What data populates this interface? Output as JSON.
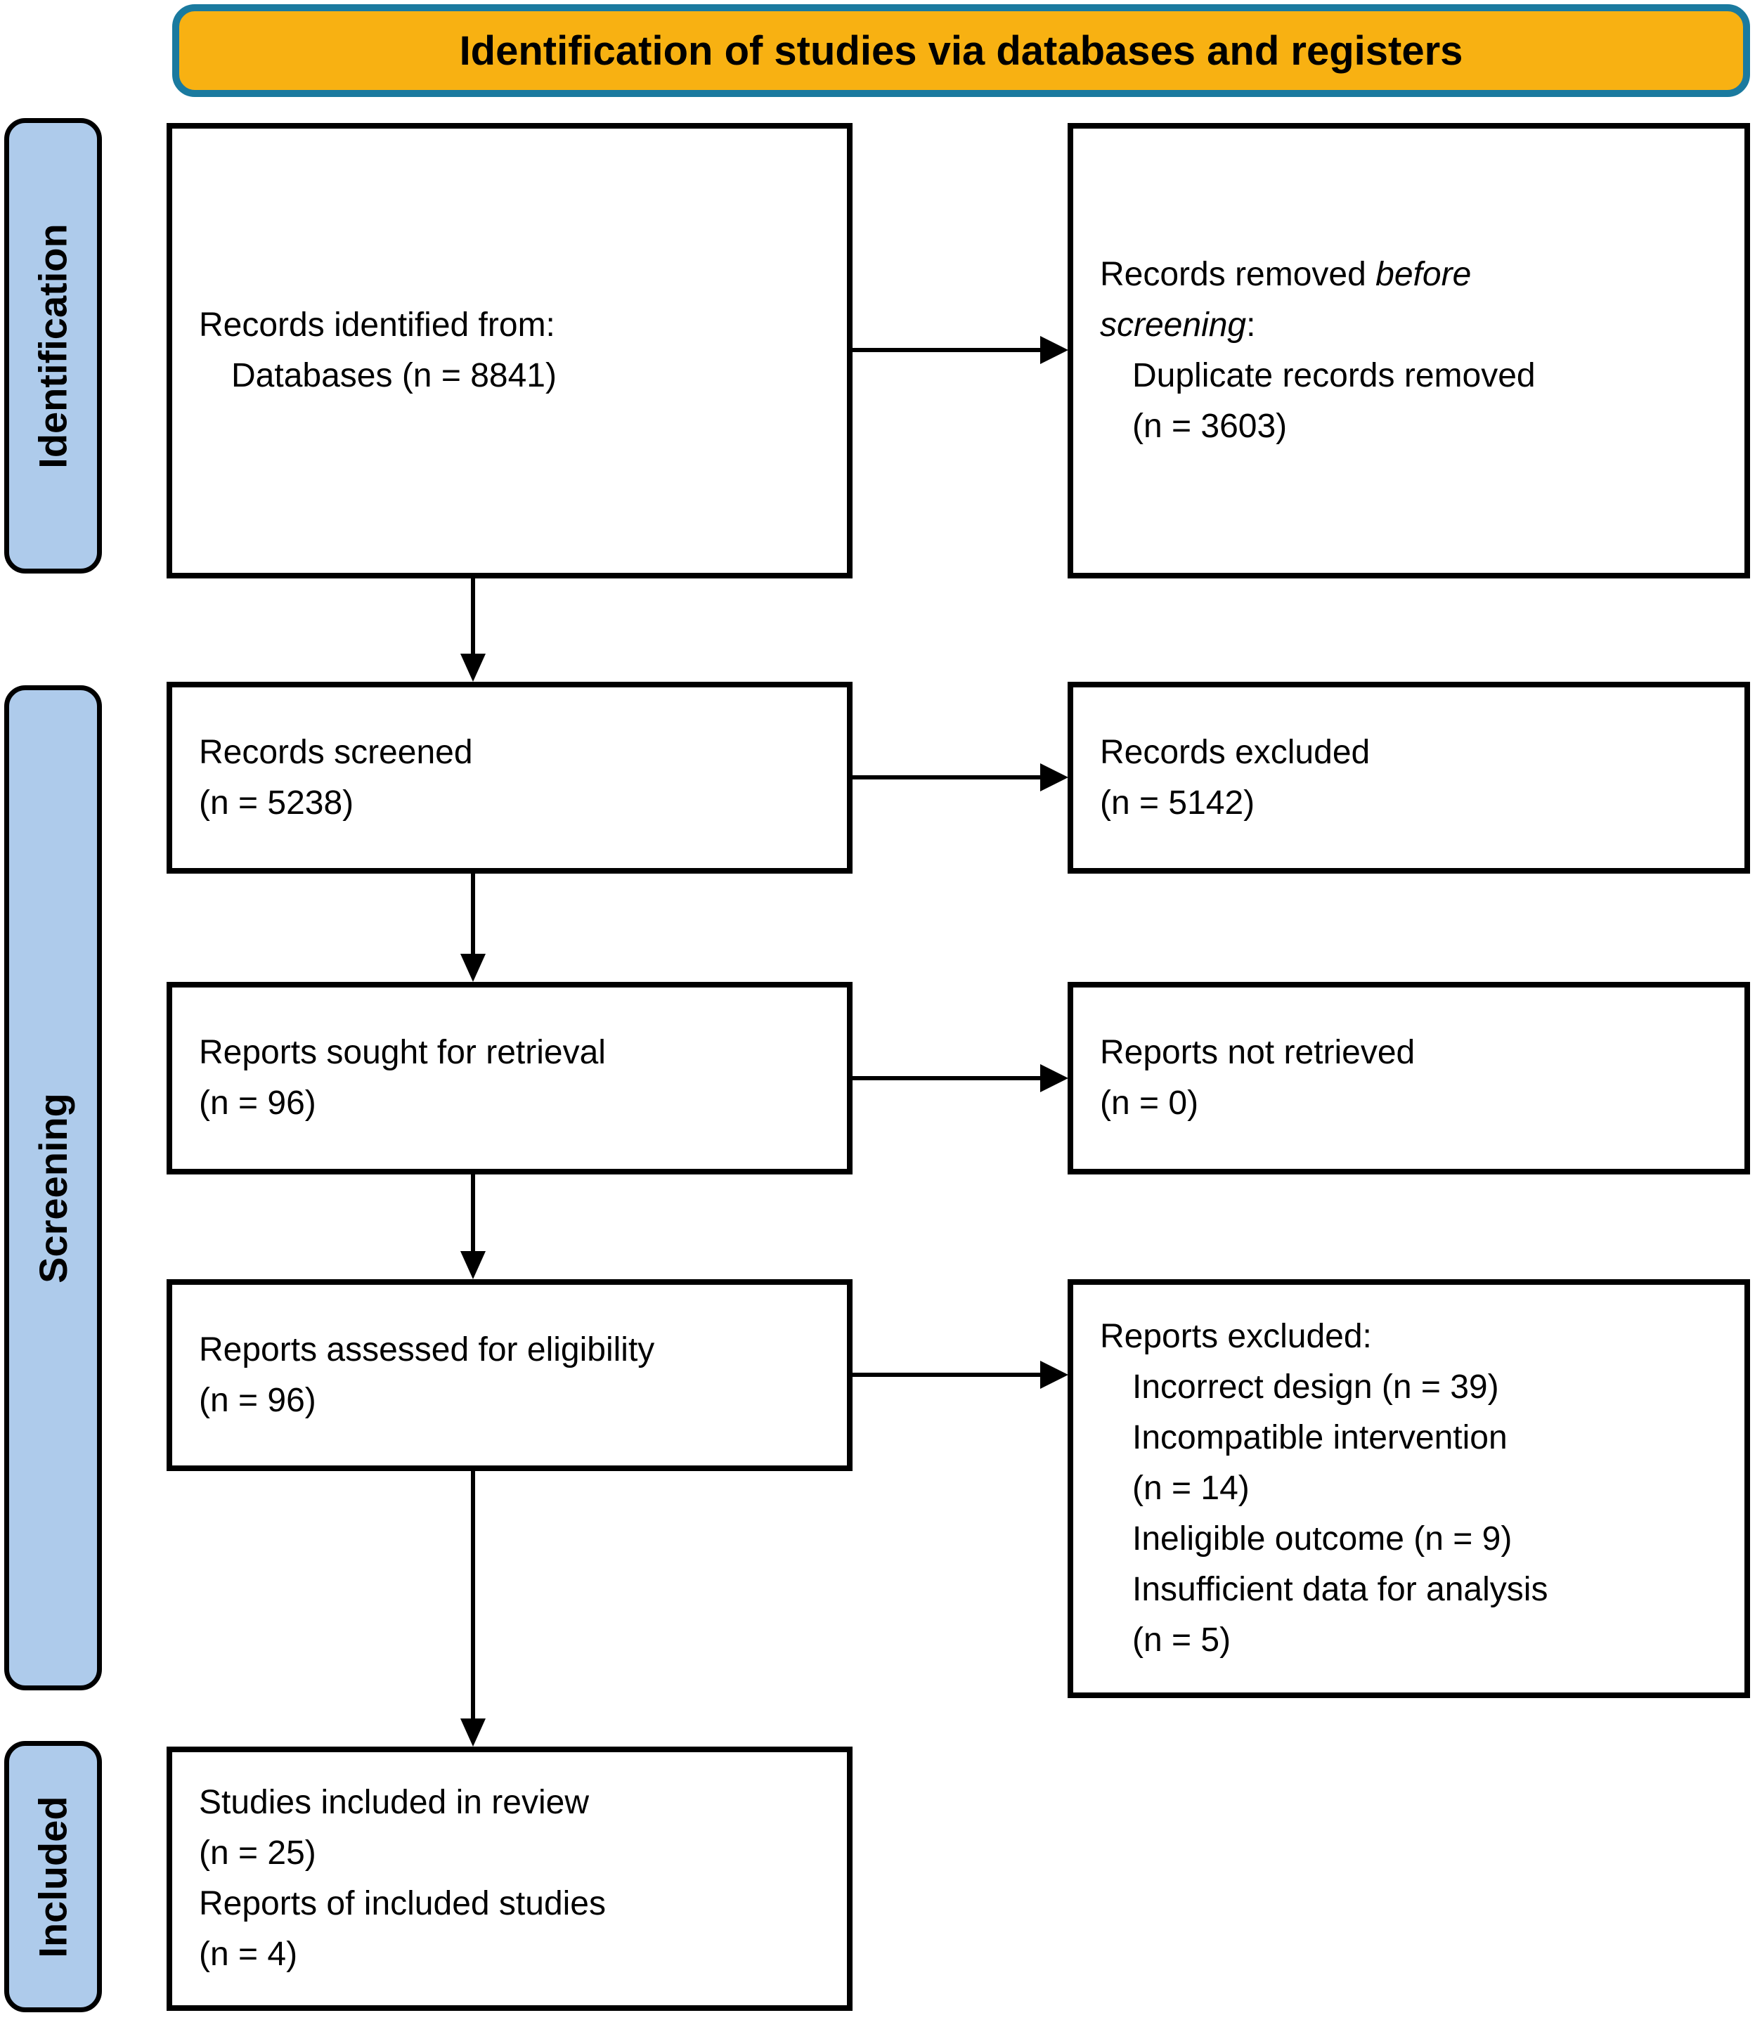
{
  "banner": {
    "title": "Identification of studies via databases and registers"
  },
  "sidebar": {
    "identification": "Identification",
    "screening": "Screening",
    "included": "Included"
  },
  "boxes": {
    "records_identified": {
      "line1": "Records identified from:",
      "line2": "Databases (n = 8841)"
    },
    "records_removed": {
      "line1_text": "Records removed ",
      "line1_italic": "before",
      "line2_italic": "screening",
      "line2_text": ":",
      "line3": "Duplicate records removed",
      "line4": "(n = 3603)"
    },
    "records_screened": {
      "line1": "Records screened",
      "line2": "(n = 5238)"
    },
    "records_excluded": {
      "line1": "Records excluded",
      "line2": "(n = 5142)"
    },
    "reports_sought": {
      "line1": "Reports sought for retrieval",
      "line2": "(n = 96)"
    },
    "reports_not_retrieved": {
      "line1": "Reports not retrieved",
      "line2": "(n = 0)"
    },
    "reports_assessed": {
      "line1": "Reports assessed for eligibility",
      "line2": "(n = 96)"
    },
    "reports_excluded": {
      "title": "Reports excluded:",
      "reason1": "Incorrect design (n = 39)",
      "reason2_line1": "Incompatible intervention",
      "reason2_line2": "(n = 14)",
      "reason3": "Ineligible outcome (n = 9)",
      "reason4_line1": "Insufficient data for analysis",
      "reason4_line2": "(n = 5)"
    },
    "studies_included": {
      "line1": "Studies included in review",
      "line2": "(n = 25)",
      "line3": "Reports of included studies",
      "line4": "(n = 4)"
    }
  },
  "colors": {
    "banner_fill": "#F8B112",
    "banner_border": "#1A7A9F",
    "sidebar_fill": "#AECBEB",
    "box_border": "#000000",
    "text": "#000000"
  }
}
